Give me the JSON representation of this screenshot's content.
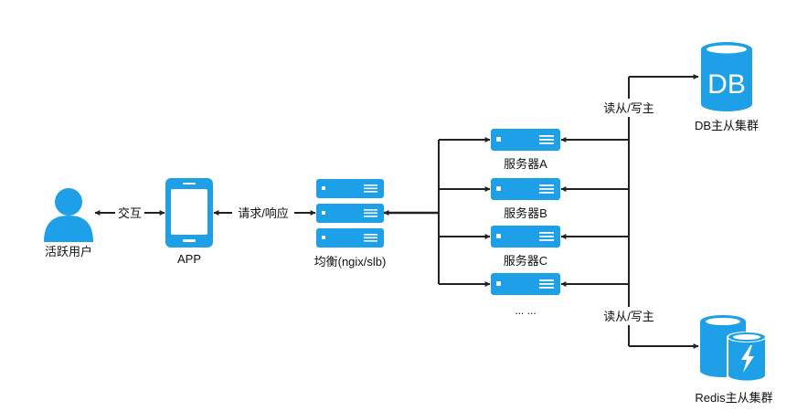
{
  "nodes": {
    "user": {
      "label": "活跃用户",
      "icon": "user-icon"
    },
    "app": {
      "label": "APP",
      "icon": "phone-icon"
    },
    "lb": {
      "label": "均衡(ngix/slb)",
      "icon": "server-stack-icon"
    },
    "servers": [
      {
        "label": "服务器A",
        "icon": "server-icon"
      },
      {
        "label": "服务器B",
        "icon": "server-icon"
      },
      {
        "label": "服务器C",
        "icon": "server-icon"
      },
      {
        "label": "... ...",
        "icon": "server-icon"
      }
    ],
    "db": {
      "label": "DB主从集群",
      "icon_text": "DB",
      "icon": "database-icon"
    },
    "redis": {
      "label": "Redis主从集群",
      "icon": "redis-database-icon"
    }
  },
  "edges": {
    "user_app": "交互",
    "app_lb": "请求/响应",
    "to_db": "读从/写主",
    "to_redis": "读从/写主"
  },
  "colors": {
    "icon_blue": "#1ea0e8",
    "line": "#222222",
    "text": "#111111"
  }
}
